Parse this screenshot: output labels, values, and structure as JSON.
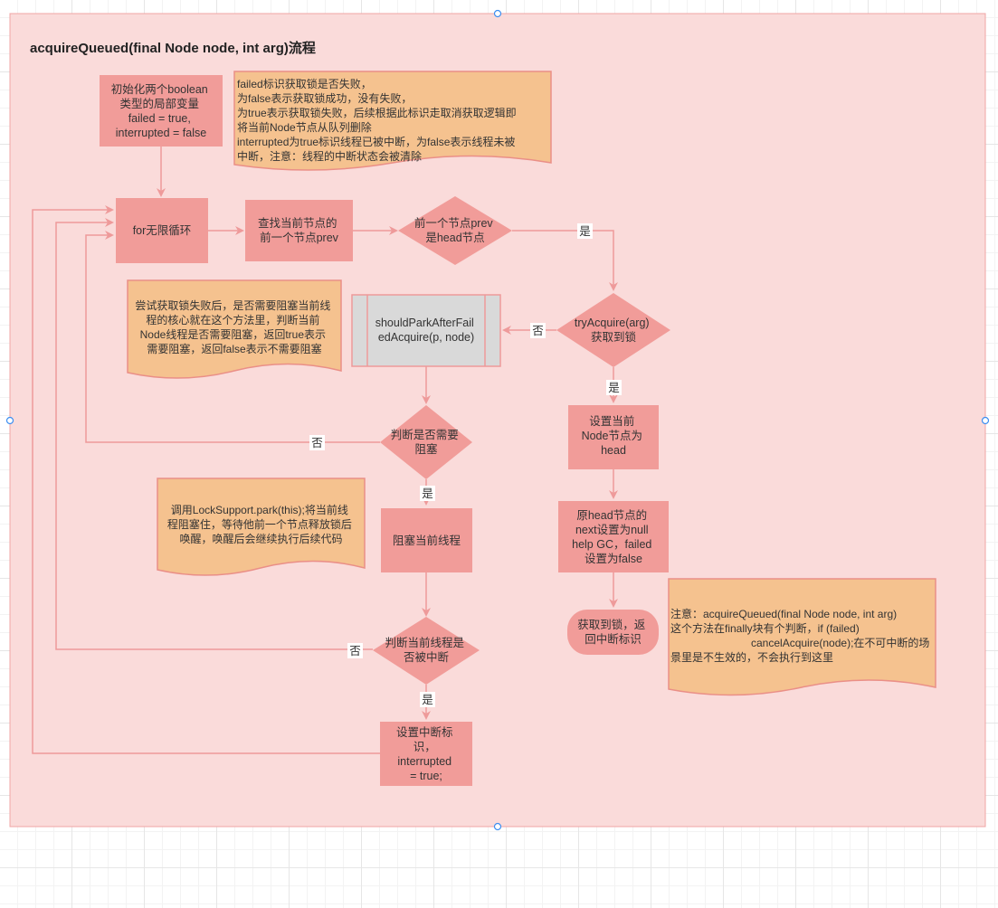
{
  "title": "acquireQueued(final Node node, int arg)流程",
  "colors": {
    "container_fill": "#fadbda",
    "container_stroke": "#f0a4a4",
    "node_fill": "#f19c99",
    "node_stroke": "#f19c99",
    "note_fill": "#f5c28f",
    "note_stroke": "#ea8f87",
    "process_fill": "#d9d9d9",
    "arrow": "#ee9a9a",
    "handle_stroke": "#3d8ef0"
  },
  "nodes": {
    "init_vars": [
      "初始化两个boolean",
      "类型的局部变量",
      "failed = true,",
      "interrupted = false"
    ],
    "for_loop": [
      "for无限循环"
    ],
    "find_prev": [
      "查找当前节点的",
      "前一个节点prev"
    ],
    "prev_is_head": [
      "前一个节点prev",
      "是head节点"
    ],
    "try_acquire": [
      "tryAcquire(arg)",
      "获取到锁"
    ],
    "should_park": [
      "shouldParkAfterFail",
      "edAcquire(p, node)"
    ],
    "need_block": [
      "判断是否需要",
      "阻塞"
    ],
    "set_head": [
      "设置当前",
      "Node节点为",
      "head"
    ],
    "help_gc": [
      "原head节点的",
      "next设置为null",
      "help GC，failed",
      "设置为false"
    ],
    "block_thread": [
      "阻塞当前线程"
    ],
    "got_lock": [
      "获取到锁，返",
      "回中断标识"
    ],
    "is_interrupted": [
      "判断当前线程是",
      "否被中断"
    ],
    "set_interrupt": [
      "设置中断标",
      "识，",
      "interrupted",
      "= true;"
    ]
  },
  "notes": {
    "failed_note": [
      "failed标识获取锁是否失败，",
      "为false表示获取锁成功，没有失败，",
      "为true表示获取锁失败，后续根据此标识走取消获取逻辑即",
      "将当前Node节点从队列删除",
      "interrupted为true标识线程已被中断，为false表示线程未被",
      "中断，注意：线程的中断状态会被清除"
    ],
    "park_note": [
      "尝试获取锁失败后，是否需要阻塞当前线",
      "程的核心就在这个方法里，判断当前",
      "Node线程是否需要阻塞，返回true表示",
      "需要阻塞，返回false表示不需要阻塞"
    ],
    "locksupport_note": [
      "调用LockSupport.park(this);将当前线",
      "程阻塞住，等待他前一个节点释放锁后",
      "唤醒，唤醒后会继续执行后续代码"
    ],
    "finally_note": [
      "注意：acquireQueued(final Node node, int arg)",
      "这个方法在finally块有个判断，if (failed)",
      "cancelAcquire(node);在不可中断的场",
      "景里是不生效的，不会执行到这里"
    ]
  },
  "edge_labels": {
    "yes_head": "是",
    "no_try": "否",
    "yes_try": "是",
    "no_block": "否",
    "yes_block": "是",
    "no_interrupt": "否",
    "yes_interrupt": "是"
  }
}
